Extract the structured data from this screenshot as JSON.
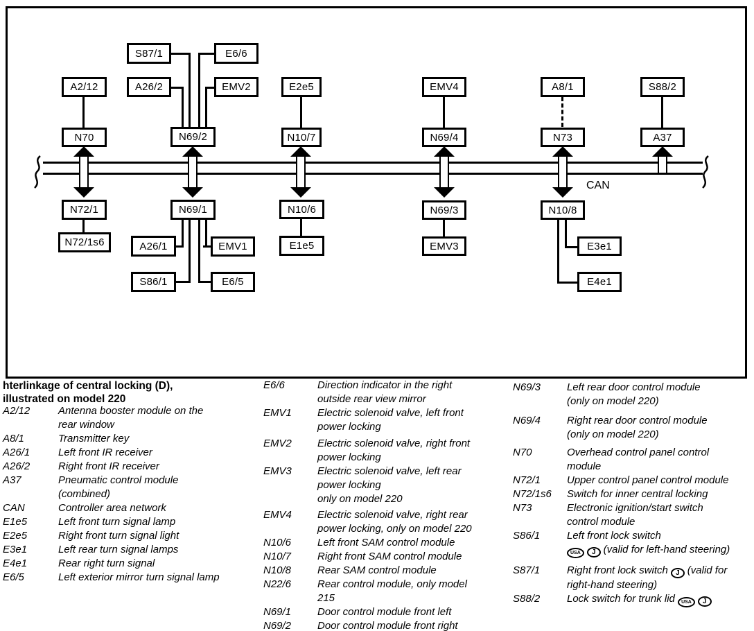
{
  "diagram": {
    "bus_label": "CAN",
    "nodes": {
      "s87_1": "S87/1",
      "e6_6": "E6/6",
      "a2_12": "A2/12",
      "a26_2": "A26/2",
      "emv2": "EMV2",
      "e2e5": "E2e5",
      "emv4": "EMV4",
      "a8_1": "A8/1",
      "s88_2": "S88/2",
      "n70": "N70",
      "n69_2": "N69/2",
      "n10_7": "N10/7",
      "n69_4": "N69/4",
      "n73": "N73",
      "a37": "A37",
      "n72_1": "N72/1",
      "n72_1s6": "N72/1s6",
      "n69_1": "N69/1",
      "a26_1": "A26/1",
      "emv1": "EMV1",
      "s86_1": "S86/1",
      "e6_5": "E6/5",
      "n10_6": "N10/6",
      "e1e5": "E1e5",
      "n69_3": "N69/3",
      "emv3": "EMV3",
      "n10_8": "N10/8",
      "e3e1": "E3e1",
      "e4e1": "E4e1"
    }
  },
  "legend": {
    "title_line1": "hterlinkage of central locking (D),",
    "title_line2": "illustrated on model 220",
    "col1": [
      {
        "t": "A2/12",
        "d": "Antenna booster module on the\nrear window"
      },
      {
        "t": "A8/1",
        "d": "Transmitter key"
      },
      {
        "t": "A26/1",
        "d": "Left front IR receiver"
      },
      {
        "t": "A26/2",
        "d": "Right front IR receiver"
      },
      {
        "t": "A37",
        "d": "Pneumatic control module\n(combined)"
      },
      {
        "t": "CAN",
        "d": "Controller area network"
      },
      {
        "t": "E1e5",
        "d": "Left front turn signal lamp"
      },
      {
        "t": "E2e5",
        "d": "Right front turn signal light"
      },
      {
        "t": "E3e1",
        "d": "Left rear turn signal lamps"
      },
      {
        "t": "E4e1",
        "d": "Rear right turn signal"
      },
      {
        "t": "E6/5",
        "d": "Left exterior mirror turn signal lamp"
      }
    ],
    "col2": [
      {
        "t": "E6/6",
        "d": "Direction indicator in the right\noutside rear view mirror"
      },
      {
        "t": "EMV1",
        "d": "Electric solenoid valve, left front\npower locking"
      },
      {
        "t": "EMV2",
        "d": "Electric solenoid valve, right front\npower locking"
      },
      {
        "t": "EMV3",
        "d": "Electric solenoid valve, left rear\npower locking\nonly on model 220"
      },
      {
        "t": "EMV4",
        "d": "Electric solenoid valve, right rear\npower locking, only on model 220"
      },
      {
        "t": "N10/6",
        "d": "Left front SAM control module"
      },
      {
        "t": "N10/7",
        "d": "Right front SAM control module"
      },
      {
        "t": "N10/8",
        "d": "Rear SAM control module"
      },
      {
        "t": "N22/6",
        "d": "Rear control module, only model\n215"
      },
      {
        "t": "N69/1",
        "d": "Door control module front left"
      },
      {
        "t": "N69/2",
        "d": "Door control module front right"
      }
    ],
    "col3": [
      {
        "t": "N69/3",
        "d": "Left rear door control module\n(only on model 220)"
      },
      {
        "t": "N69/4",
        "d": "Right rear door control module\n(only on model 220)"
      },
      {
        "t": "N70",
        "d": "Overhead control panel control\nmodule"
      },
      {
        "t": "N72/1",
        "d": "Upper control panel control module"
      },
      {
        "t": "N72/1s6",
        "d": "Switch for inner central locking"
      },
      {
        "t": "N73",
        "d": "Electronic ignition/start switch\ncontrol module"
      },
      {
        "t": "S86/1",
        "d": "Left front lock switch\n[USA] [J] (valid for left-hand steering)"
      },
      {
        "t": "S87/1",
        "d": "Right front lock switch [J] (valid for\nright-hand steering)"
      },
      {
        "t": "S88/2",
        "d": "Lock switch for trunk lid [USA] [J]"
      }
    ],
    "badges": {
      "usa": "USA",
      "j": "J"
    }
  },
  "colors": {
    "ink": "#000000",
    "paper": "#ffffff"
  }
}
